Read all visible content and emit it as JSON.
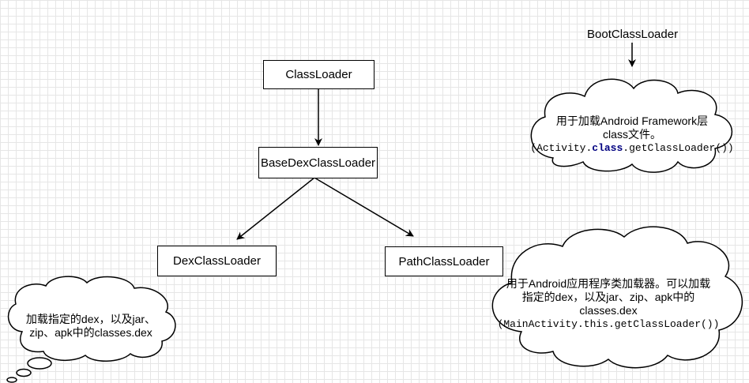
{
  "nodes": {
    "boot": "BootClassLoader",
    "classloader": "ClassLoader",
    "basedex": "BaseDexClassLoader",
    "dex": "DexClassLoader",
    "path": "PathClassLoader"
  },
  "notes": {
    "boot_line1": "用于加载Android Framework层",
    "boot_line2": "class文件。",
    "boot_code_pre": "(Activity.",
    "boot_code_kw": "class",
    "boot_code_post": ".getClassLoader())",
    "path_line1": "用于Android应用程序类加载器。可以加载",
    "path_line2": "指定的dex，以及jar、zip、apk中的",
    "path_line3": "classes.dex",
    "path_code": "(MainActivity.this.getClassLoader())",
    "dex_line1": "加载指定的dex，以及jar、",
    "dex_line2": "zip、apk中的classes.dex"
  }
}
